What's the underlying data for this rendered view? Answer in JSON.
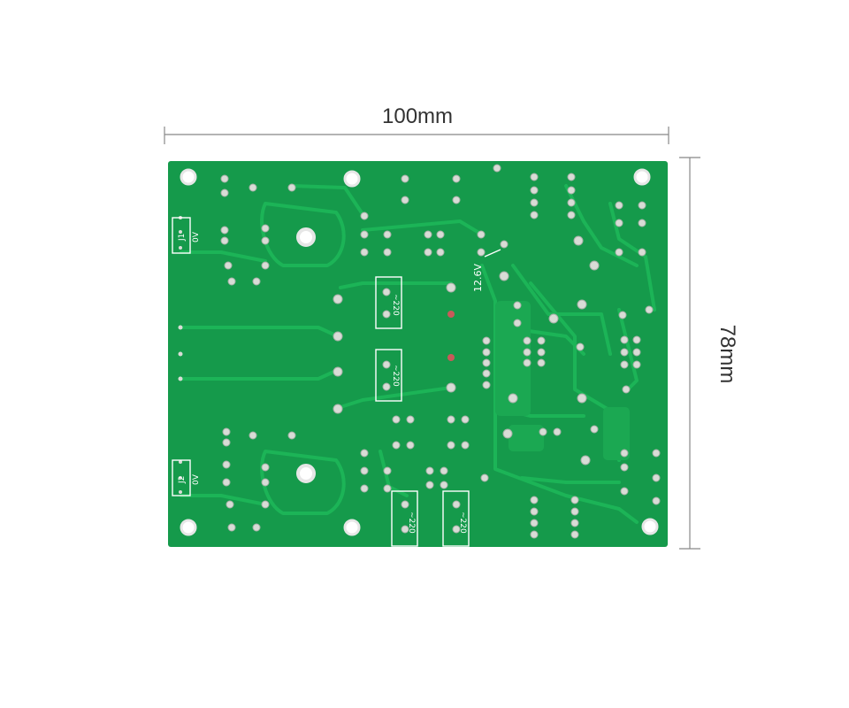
{
  "dimensions": {
    "width_label": "100mm",
    "height_label": "78mm"
  },
  "board": {
    "color": "#159a4b",
    "trace_color": "#17a84f",
    "pad_color": "#d8dcd6",
    "silkscreen": {
      "j1": "J1",
      "j2": "J2",
      "zero_v_1": "0V",
      "zero_v_2": "0V",
      "v12": "12.6V",
      "v220_a": "~220",
      "v220_b": "~220",
      "v220_c": "~220",
      "v220_d": "~220"
    }
  }
}
